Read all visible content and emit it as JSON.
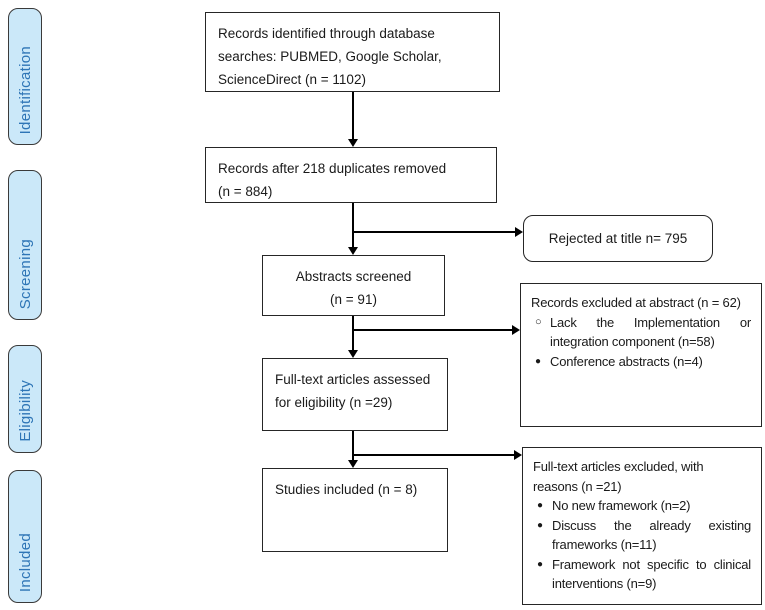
{
  "colors": {
    "stage_fill": "#cbe8f9",
    "stage_text": "#2e75b6",
    "box_border": "#262626",
    "connector": "#000000",
    "background": "#ffffff"
  },
  "stages": [
    {
      "label": "Identification"
    },
    {
      "label": "Screening"
    },
    {
      "label": "Eligibility"
    },
    {
      "label": "Included"
    }
  ],
  "flow": {
    "identified": {
      "lines": [
        "Records identified through database",
        "searches: PUBMED, Google Scholar,",
        "ScienceDirect (n = 1102)"
      ]
    },
    "duplicates_removed": {
      "lines": [
        "Records after 218 duplicates removed",
        "(n = 884)"
      ]
    },
    "abstracts_screened": {
      "lines": [
        "Abstracts screened",
        "(n = 91)"
      ]
    },
    "fulltext_assessed": {
      "lines": [
        "Full-text articles assessed",
        "for eligibility (n =29)"
      ]
    },
    "studies_included": {
      "lines": [
        "Studies included (n = 8)"
      ]
    }
  },
  "exclusions": {
    "title": {
      "text": "Rejected at title n= 795"
    },
    "abstract": {
      "heading": "Records excluded at abstract (n = 62)",
      "items": [
        {
          "glyph": "○",
          "text": "Lack the Implementation or integration component (n=58)"
        },
        {
          "glyph": "●",
          "text": "Conference abstracts (n=4)"
        }
      ]
    },
    "fulltext": {
      "heading": "Full-text articles excluded, with reasons (n =21)",
      "items": [
        {
          "glyph": "●",
          "text": "No new framework (n=2)"
        },
        {
          "glyph": "●",
          "text": "Discuss the already existing frameworks (n=11)"
        },
        {
          "glyph": "●",
          "text": "Framework not specific to clinical interventions (n=9)"
        }
      ]
    }
  }
}
